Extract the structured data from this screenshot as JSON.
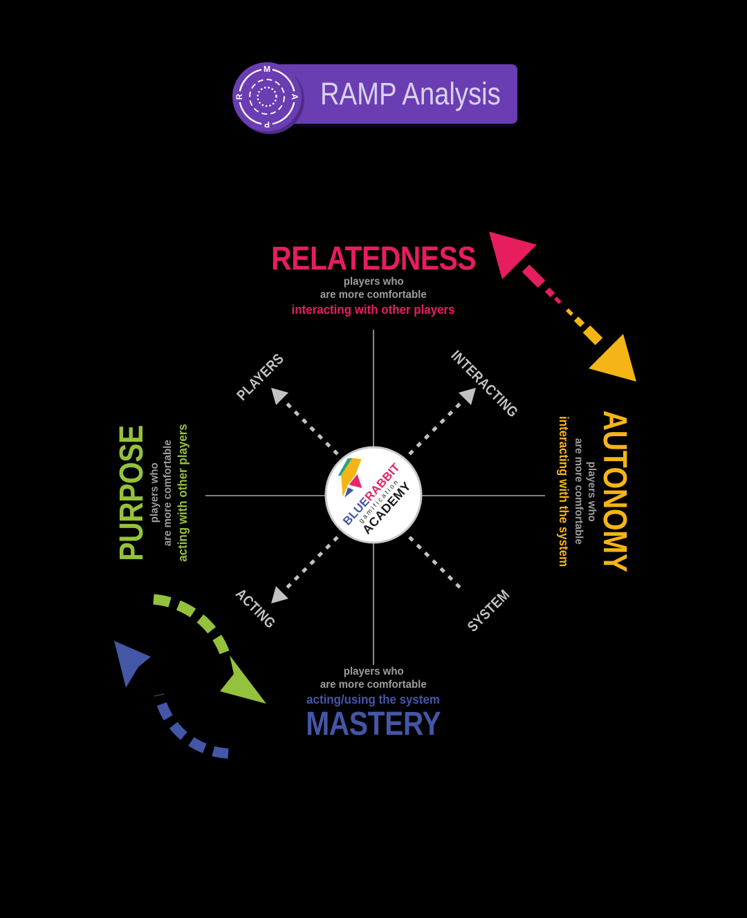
{
  "header": {
    "title": "RAMP Analysis",
    "badge": {
      "top": "M",
      "right": "A",
      "bottom": "P",
      "left": "R"
    }
  },
  "quadrants": {
    "relatedness": {
      "title": "RELATEDNESS",
      "line1": "players who",
      "line2": "are more comfortable",
      "line3": "interacting with other players"
    },
    "autonomy": {
      "title": "AUTONOMY",
      "line1": "players who",
      "line2": "are more comfortable",
      "line3": "interacting with the system"
    },
    "mastery": {
      "title": "MASTERY",
      "line1": "players who",
      "line2": "are more comfortable",
      "line3": "acting/using the system"
    },
    "purpose": {
      "title": "PURPOSE",
      "line1": "players who",
      "line2": "are more comfortable",
      "line3": "acting with other players"
    }
  },
  "axes": {
    "top_left": "PLAYERS",
    "top_right": "INTERACTING",
    "bottom_left": "ACTING",
    "bottom_right": "SYSTEM"
  },
  "center_logo": {
    "brand_blue": "BLUE",
    "brand_pink": "RABBIT",
    "tagline": "gamification",
    "academy": "ACADEMY"
  },
  "colors": {
    "relatedness": "#E61E5D",
    "autonomy": "#F5B517",
    "mastery": "#4456A6",
    "purpose": "#94C23D",
    "banner_purple": "#6B3DB3",
    "gray_subtext": "#9D9D9D",
    "gray_axis": "#C2C2C2"
  }
}
